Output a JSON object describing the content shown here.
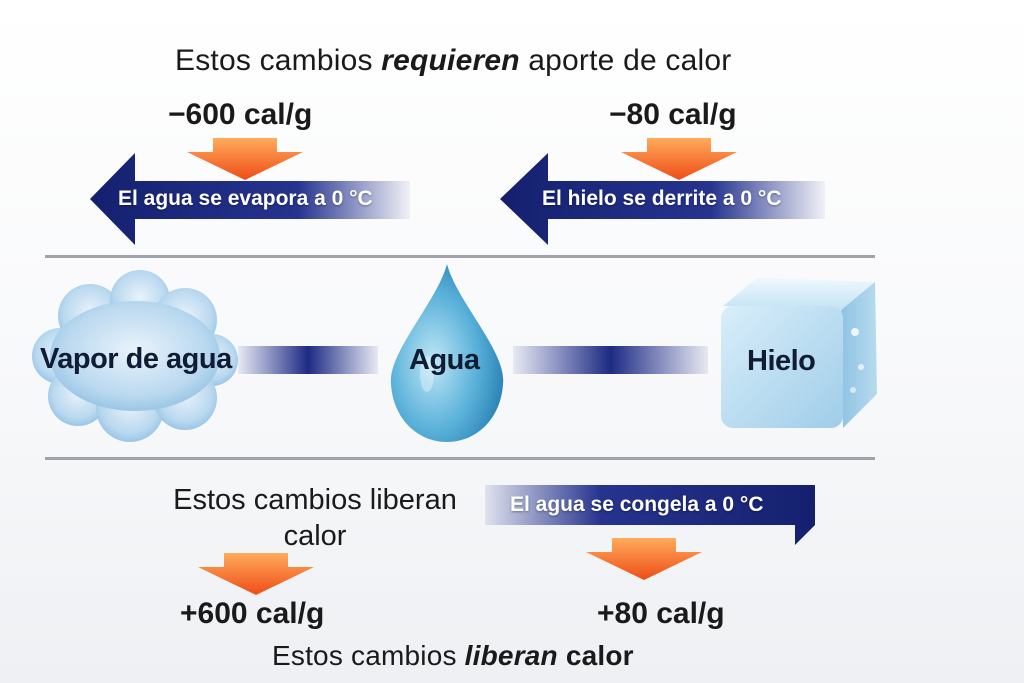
{
  "top": {
    "heading_prefix": "Estos cambios ",
    "heading_emphasis": "requieren",
    "heading_suffix": " aporte de calor",
    "left_value": "−600 cal/g",
    "right_value": "−80 cal/g",
    "left_arrow_label": "El agua se evapora a 0 °C",
    "right_arrow_label": "El hielo se derrite a 0 °C"
  },
  "states": {
    "vapor": "Vapor de agua",
    "water": "Agua",
    "ice": "Hielo"
  },
  "bottom": {
    "left_text": "Estos cambios liberan calor",
    "right_arrow_label": "El agua se congela a 0 °C",
    "left_value": "+600 cal/g",
    "right_value": "+80 cal/g",
    "footer_prefix": "Estos cambios ",
    "footer_emphasis": "liberan",
    "footer_suffix": " calor"
  },
  "colors": {
    "arrow_blue": "#1c2a82",
    "heat_orange": "#f05a1e",
    "divider": "#a0a3a8"
  }
}
